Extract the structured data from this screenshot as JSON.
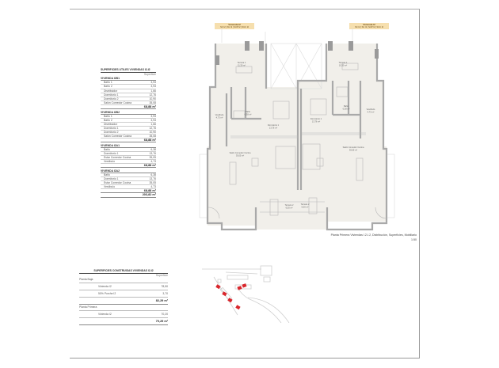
{
  "superficies_utiles": {
    "title": "SUPERFICIES UTILES VIVIENDAS I2-I2",
    "column_header": "Superficie",
    "groups": [
      {
        "name": "VIVIENDA I2B1",
        "rows": [
          {
            "label": "Baño 1",
            "value": "3,93"
          },
          {
            "label": "Baño 2",
            "value": "3,93"
          },
          {
            "label": "Distribuidor",
            "value": "1,66"
          },
          {
            "label": "Dormitorio 1",
            "value": "12,76"
          },
          {
            "label": "Dormitorio 2",
            "value": "10,90"
          },
          {
            "label": "Salón Comedor Cocina",
            "value": "35,08"
          }
        ],
        "total": "68,88 m²"
      },
      {
        "name": "VIVIENDA I2B2",
        "rows": [
          {
            "label": "Baño 1",
            "value": "3,93"
          },
          {
            "label": "Baño 2",
            "value": "3,93"
          },
          {
            "label": "Distribuidor",
            "value": "1,66"
          },
          {
            "label": "Dormitorio 1",
            "value": "12,76"
          },
          {
            "label": "Dormitorio 2",
            "value": "10,90"
          },
          {
            "label": "Salón Comedor Cocina",
            "value": "35,08"
          }
        ],
        "total": "68,88 m²"
      },
      {
        "name": "VIVIENDA I2A1",
        "rows": [
          {
            "label": "Baño",
            "value": "6,38"
          },
          {
            "label": "Dormitorio 1",
            "value": "13,76"
          },
          {
            "label": "Estar Comedor Cocina",
            "value": "35,05"
          },
          {
            "label": "Vestíbulo",
            "value": "4,73"
          }
        ],
        "total": "68,88 m²"
      },
      {
        "name": "VIVIENDA I2A2",
        "rows": [
          {
            "label": "Baño",
            "value": "6,38"
          },
          {
            "label": "Dormitorio 1",
            "value": "13,76"
          },
          {
            "label": "Estar Comedor Cocina",
            "value": "35,05"
          },
          {
            "label": "Vestíbulo",
            "value": "4,73"
          }
        ],
        "total": "68,88 m²"
      }
    ],
    "grand_total": "203,82 m²"
  },
  "superficies_construidas": {
    "title": "SUPERFICIES CONSTRUIDAS VIVIENDAS I2-I2",
    "column_header": "Superficie",
    "sections": [
      {
        "name": "Planta Baja",
        "rows": [
          {
            "label": "Vivienda I2",
            "value": "78,50"
          },
          {
            "label": "50% Porche I2",
            "value": "3,70"
          }
        ],
        "total": "82,29 m²"
      },
      {
        "name": "Planta Primera",
        "rows": [
          {
            "label": "Vivienda I2",
            "value": "70,20"
          }
        ],
        "total": "70,29 m²"
      }
    ]
  },
  "tags": [
    {
      "title": "Vivienda I2",
      "sub": "SC I2 | SU I2 | SUP I2 | SUC I2"
    },
    {
      "title": "Vivienda I2",
      "sub": "SC I2 | SU I2 | SUP I2 | SUC I2"
    }
  ],
  "rooms": {
    "terraza1_left": {
      "name": "Terraza 1",
      "area": "11,30 m²"
    },
    "terraza1_right": {
      "name": "Terraza 1",
      "area": "10,30 m²"
    },
    "vestibulo_left": {
      "name": "Vestíbulo",
      "area": "4,73 m²"
    },
    "bano_left": {
      "name": "Baño",
      "area": "6,38 m²"
    },
    "dormitorio_left": {
      "name": "Dormitorio 1",
      "area": "13,76 m²"
    },
    "dormitorio_right": {
      "name": "Dormitorio 1",
      "area": "13,76 m²"
    },
    "bano_right": {
      "name": "Baño",
      "area": "6,38 m²"
    },
    "vestibulo_right": {
      "name": "Vestíbulo",
      "area": "4,73 m²"
    },
    "salon_left": {
      "name": "Salón Comedor Cocina",
      "area": "35,05 m²"
    },
    "salon_right": {
      "name": "Salón Comedor Cocina",
      "area": "35,05 m²"
    },
    "terraza2_left": {
      "name": "Terraza 2",
      "area": "6,00 m²"
    },
    "terraza2_right": {
      "name": "Terraza 2",
      "area": "6,00 m²"
    }
  },
  "caption": {
    "title": "Planta Primera Viviendas I.2-I.2, Distribución, Superficies, Mobiliario",
    "scale": "1:50"
  },
  "colors": {
    "wall": "#a9a9a9",
    "floor": "#f1efea",
    "tag": "#f6dfae",
    "site_highlight": "#d9262c"
  }
}
